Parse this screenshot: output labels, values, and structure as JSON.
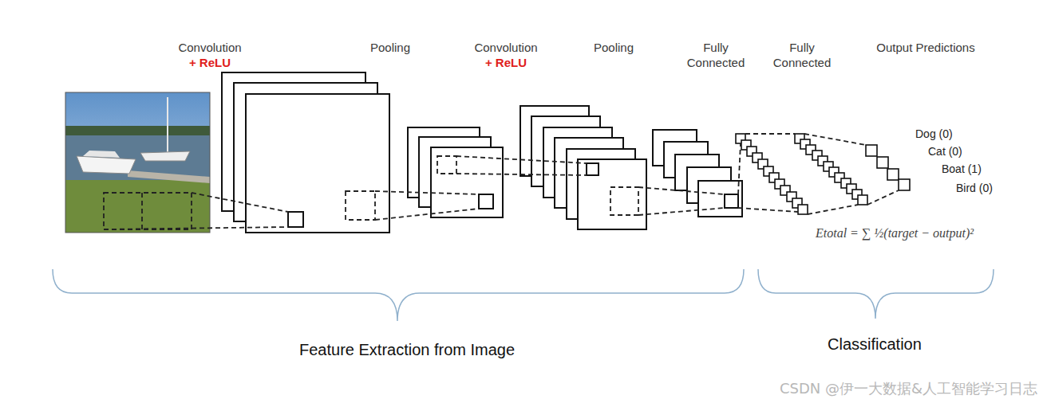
{
  "diagram": {
    "nodes": [
      {
        "text": [
          "Convolution",
          "+ ReLU"
        ]
      },
      {
        "text": [
          "Pooling"
        ]
      },
      {
        "text": [
          "Convolution",
          "+ ReLU"
        ]
      },
      {
        "text": [
          "Pooling"
        ]
      },
      {
        "text": [
          "Fully Connected"
        ]
      },
      {
        "text": [
          "Fully Connected"
        ]
      },
      {
        "text": [
          "Output Predictions"
        ]
      }
    ],
    "labels": [
      "Dog (0)",
      "Cat (0)",
      "Boat (1)",
      "Bird (0)",
      "Etotal = ∑ ½(target − output)²",
      "Feature Extraction from Image",
      "Classification",
      "CSDN @伊一大数据&人工智能学习日志"
    ]
  }
}
